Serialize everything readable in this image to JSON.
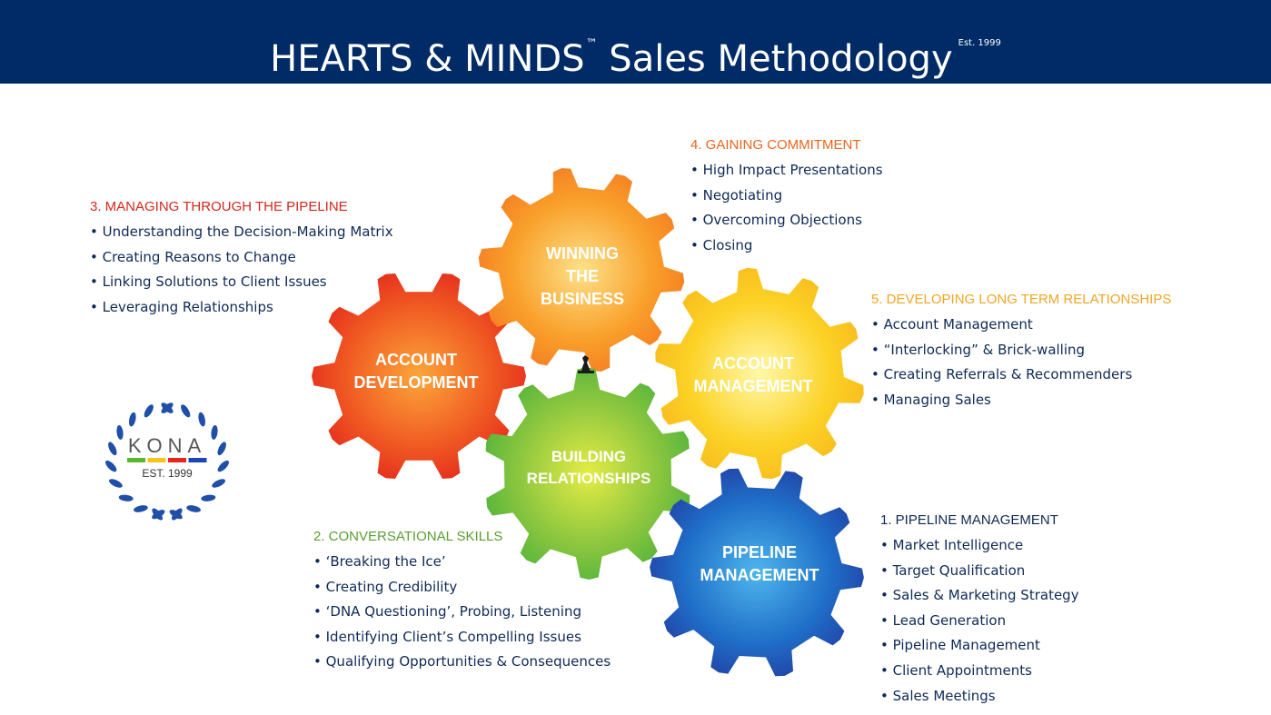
{
  "header": {
    "title": "HEARTS & MINDS",
    "trademark": "™",
    "subtitle": "Sales Methodology",
    "est": "Est. 1999"
  },
  "colors": {
    "header_bg": "#002b66",
    "text_dark": "#0f2a55",
    "gear_red": "#e5261e",
    "gear_orange": "#f5821f",
    "gear_yellow": "#f7c51a",
    "gear_green": "#5db631",
    "gear_blue": "#1b46b8"
  },
  "gears": [
    {
      "id": "account-development",
      "label": [
        "ACCOUNT",
        "DEVELOPMENT"
      ]
    },
    {
      "id": "winning-the-business",
      "label": [
        "WINNING",
        "THE",
        "BUSINESS"
      ]
    },
    {
      "id": "account-management",
      "label": [
        "ACCOUNT",
        "MANAGEMENT"
      ]
    },
    {
      "id": "building-relationships",
      "label": [
        "BUILDING",
        "RELATIONSHIPS"
      ]
    },
    {
      "id": "pipeline-management",
      "label": [
        "PIPELINE",
        "MANAGEMENT"
      ]
    }
  ],
  "sections": {
    "managing": {
      "title": "3. MANAGING THROUGH THE PIPELINE",
      "color": "#d7261e",
      "items": [
        "Understanding the Decision-Making Matrix",
        "Creating Reasons to Change",
        "Linking Solutions to Client Issues",
        "Leveraging Relationships"
      ]
    },
    "gaining": {
      "title": "4. GAINING COMMITMENT",
      "color": "#e8661c",
      "items": [
        "High Impact Presentations",
        "Negotiating",
        "Overcoming Objections",
        "Closing"
      ]
    },
    "developing": {
      "title": "5. DEVELOPING LONG TERM RELATIONSHIPS",
      "color": "#f0a623",
      "items": [
        "Account Management",
        "“Interlocking” & Brick-walling",
        "Creating Referrals & Recommenders",
        "Managing Sales"
      ]
    },
    "conversational": {
      "title": "2. CONVERSATIONAL SKILLS",
      "color": "#5a9e32",
      "items": [
        "‘Breaking the Ice’",
        "Creating Credibility",
        "‘DNA Questioning’, Probing, Listening",
        "Identifying Client’s Compelling Issues",
        "Qualifying Opportunities & Consequences"
      ]
    },
    "pipeline": {
      "title": "1. PIPELINE MANAGEMENT",
      "color": "#0f2a55",
      "items": [
        "Market Intelligence",
        "Target Qualification",
        "Sales & Marketing Strategy",
        "Lead Generation",
        "Pipeline Management",
        "Client Appointments",
        "Sales Meetings"
      ]
    }
  },
  "logo": {
    "name": "KONA",
    "est": "EST. 1999",
    "bar_colors": [
      "#5db631",
      "#f7c51a",
      "#e5261e",
      "#1b46b8"
    ]
  }
}
